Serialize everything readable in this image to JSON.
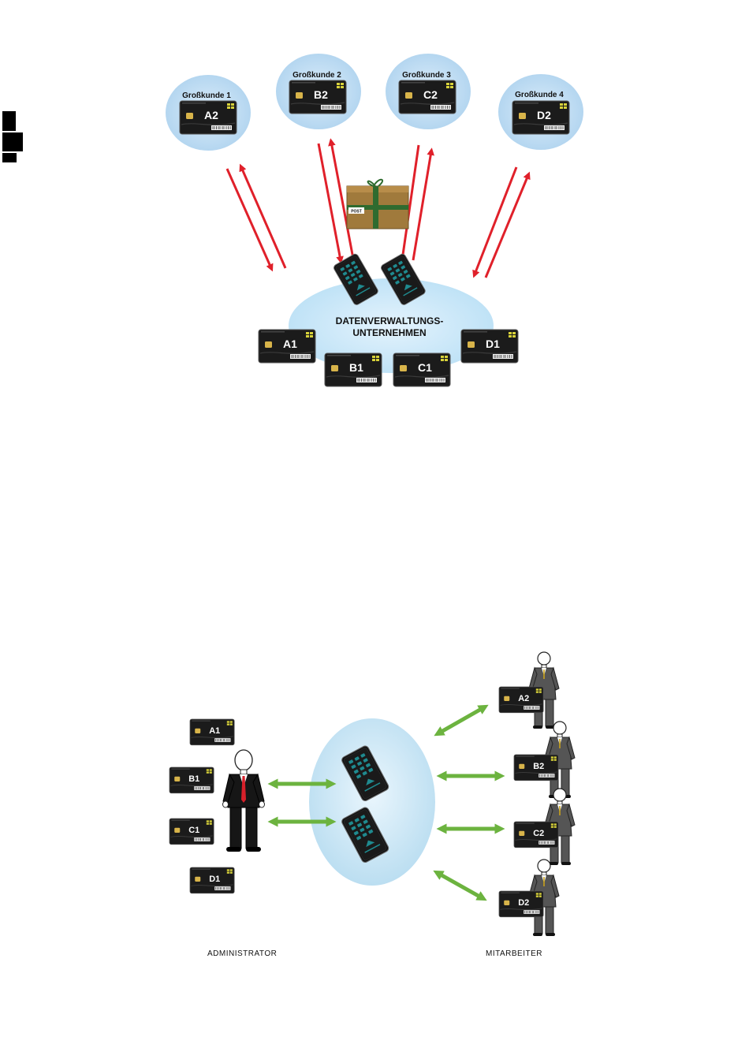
{
  "top_diagram": {
    "customers": [
      {
        "name": "Großkunde 1",
        "card": "A2"
      },
      {
        "name": "Großkunde 2",
        "card": "B2"
      },
      {
        "name": "Großkunde 3",
        "card": "C2"
      },
      {
        "name": "Großkunde 4",
        "card": "D2"
      }
    ],
    "package_label": "POST",
    "company_line1": "DATENVERWALTUNGS-",
    "company_line2": "UNTERNEHMEN",
    "company_cards": [
      "A1",
      "B1",
      "C1",
      "D1"
    ]
  },
  "bottom_diagram": {
    "admin_cards": [
      "A1",
      "B1",
      "C1",
      "D1"
    ],
    "employee_cards": [
      "A2",
      "B2",
      "C2",
      "D2"
    ],
    "admin_label": "ADMINISTRATOR",
    "employee_label": "MITARBEITER"
  },
  "colors": {
    "bubble": "#b9d9f2",
    "arrow_red": "#e0202a",
    "arrow_green": "#6cb33f",
    "card": "#1b1b1b",
    "chip": "#d8b44a",
    "package": "#a07a3c",
    "ribbon": "#2f6b2f"
  }
}
